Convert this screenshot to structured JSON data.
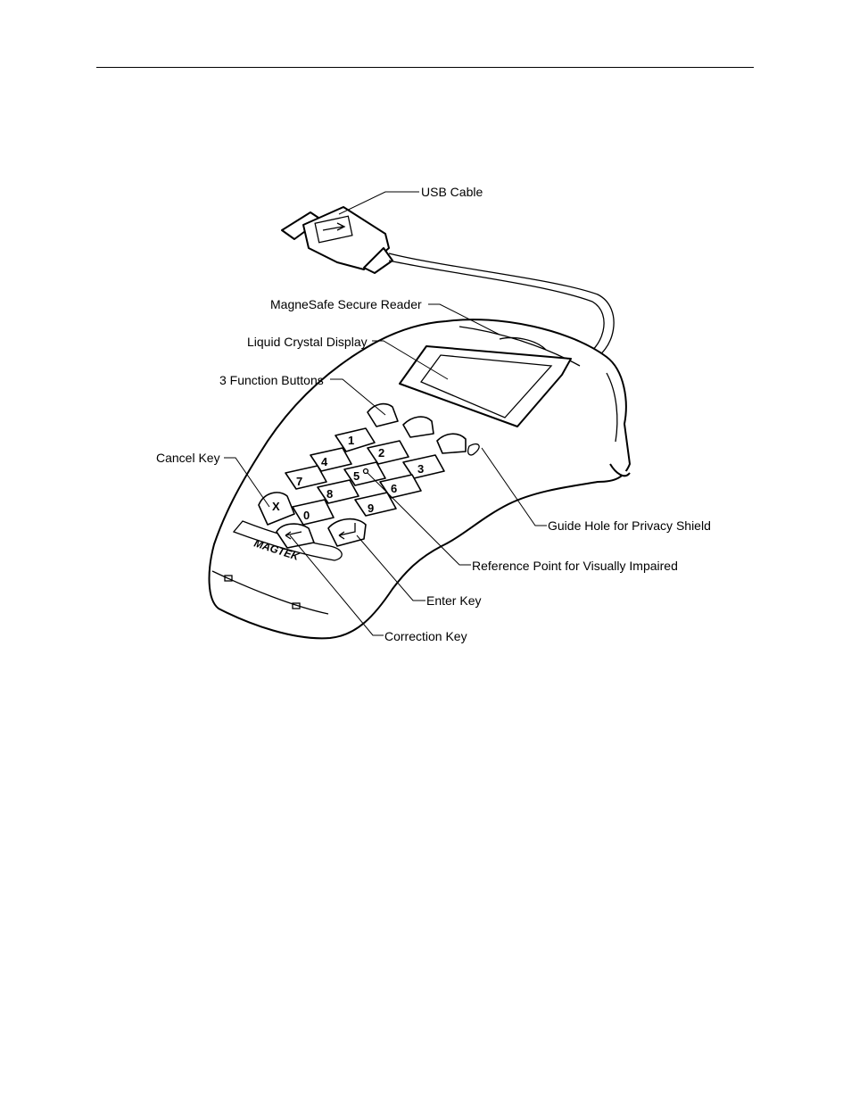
{
  "labels": {
    "usb_cable": "USB Cable",
    "magnesafe_reader": "MagneSafe Secure Reader",
    "lcd": "Liquid Crystal Display",
    "function_buttons": "3 Function Buttons",
    "cancel_key": "Cancel Key",
    "guide_hole": "Guide Hole for Privacy Shield",
    "reference_point": "Reference Point for Visually Impaired",
    "enter_key": "Enter Key",
    "correction_key": "Correction Key"
  },
  "keys": [
    "1",
    "2",
    "3",
    "4",
    "5",
    "6",
    "7",
    "8",
    "9",
    "0"
  ],
  "cancel_symbol": "X",
  "brand": "MAGTEK"
}
